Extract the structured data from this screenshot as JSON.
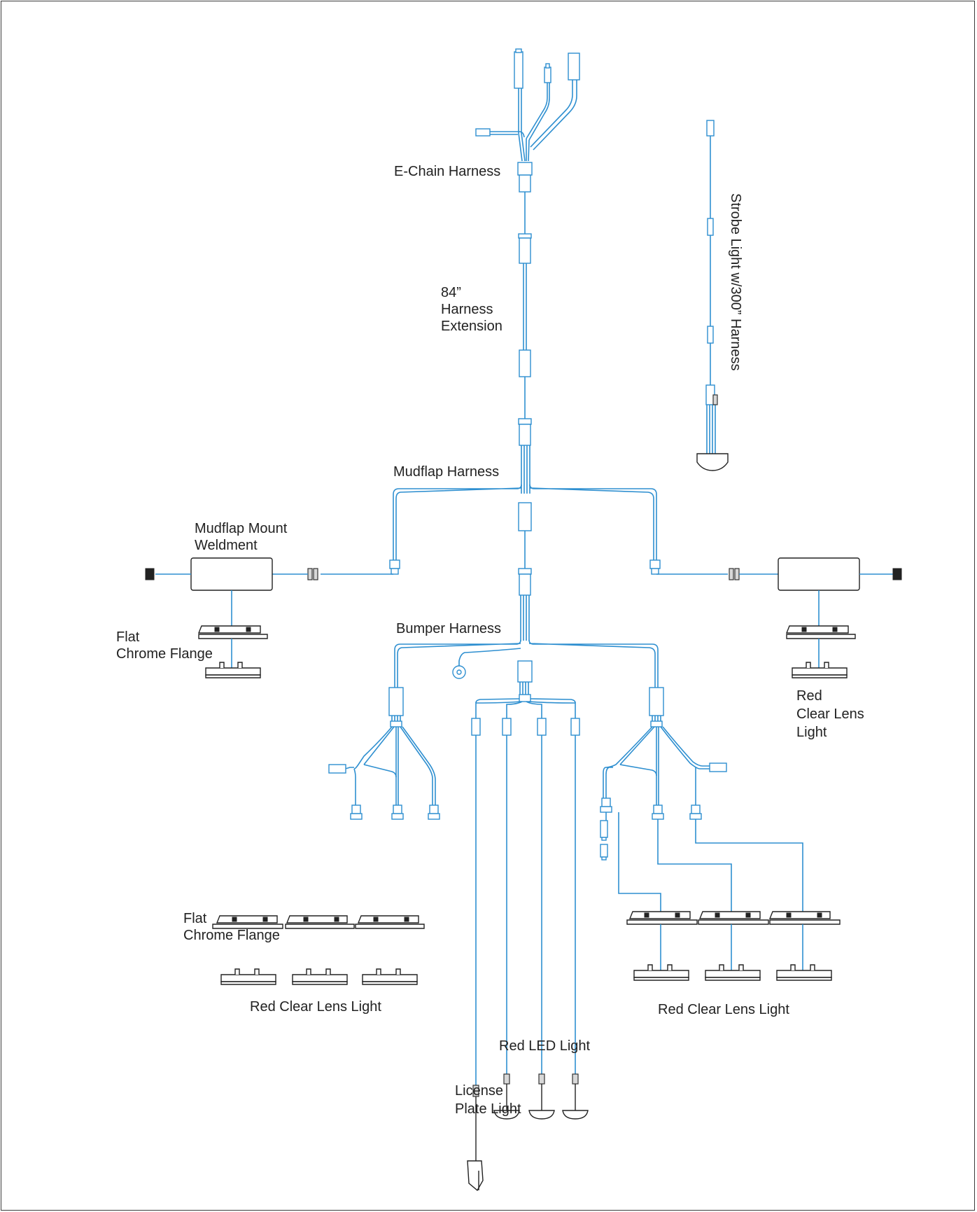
{
  "labels": {
    "e_chain_harness": "E-Chain Harness",
    "harness_ext_1": "84”",
    "harness_ext_2": "Harness",
    "harness_ext_3": "Extension",
    "strobe": "Strobe Light w/300” Harness",
    "mudflap_harness": "Mudflap Harness",
    "mudflap_mount_1": "Mudflap Mount",
    "mudflap_mount_2": "Weldment",
    "flat_chrome_left_1": "Flat",
    "flat_chrome_left_2": "Chrome Flange",
    "bumper_harness": "Bumper Harness",
    "red_clear_right_1": "Red",
    "red_clear_right_2": "Clear Lens",
    "red_clear_right_3": "Light",
    "flat_chrome_bottom_1": "Flat",
    "flat_chrome_bottom_2": "Chrome Flange",
    "red_clear_bottom_left": "Red Clear Lens Light",
    "red_clear_bottom_right": "Red Clear Lens Light",
    "red_led": "Red LED Light",
    "license_1": "License",
    "license_2": "Plate Light"
  },
  "colors": {
    "wire": "#2e8fd0",
    "component": "#222222",
    "border": "#3c3c3c"
  }
}
